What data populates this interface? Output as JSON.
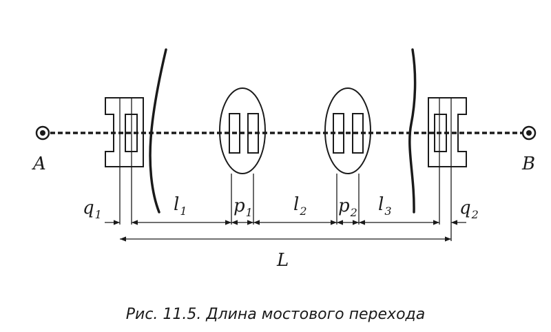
{
  "labels": {
    "point_a": "A",
    "point_b": "B",
    "q1": "q",
    "q1_sub": "1",
    "l1": "l",
    "l1_sub": "1",
    "p1": "p",
    "p1_sub": "1",
    "l2": "l",
    "l2_sub": "2",
    "p2": "p",
    "p2_sub": "2",
    "l3": "l",
    "l3_sub": "3",
    "q2": "q",
    "q2_sub": "2",
    "total": "L"
  },
  "caption": "Рис. 11.5. Длина мостового перехода",
  "colors": {
    "ink": "#1a1a1a",
    "background": "#ffffff"
  }
}
